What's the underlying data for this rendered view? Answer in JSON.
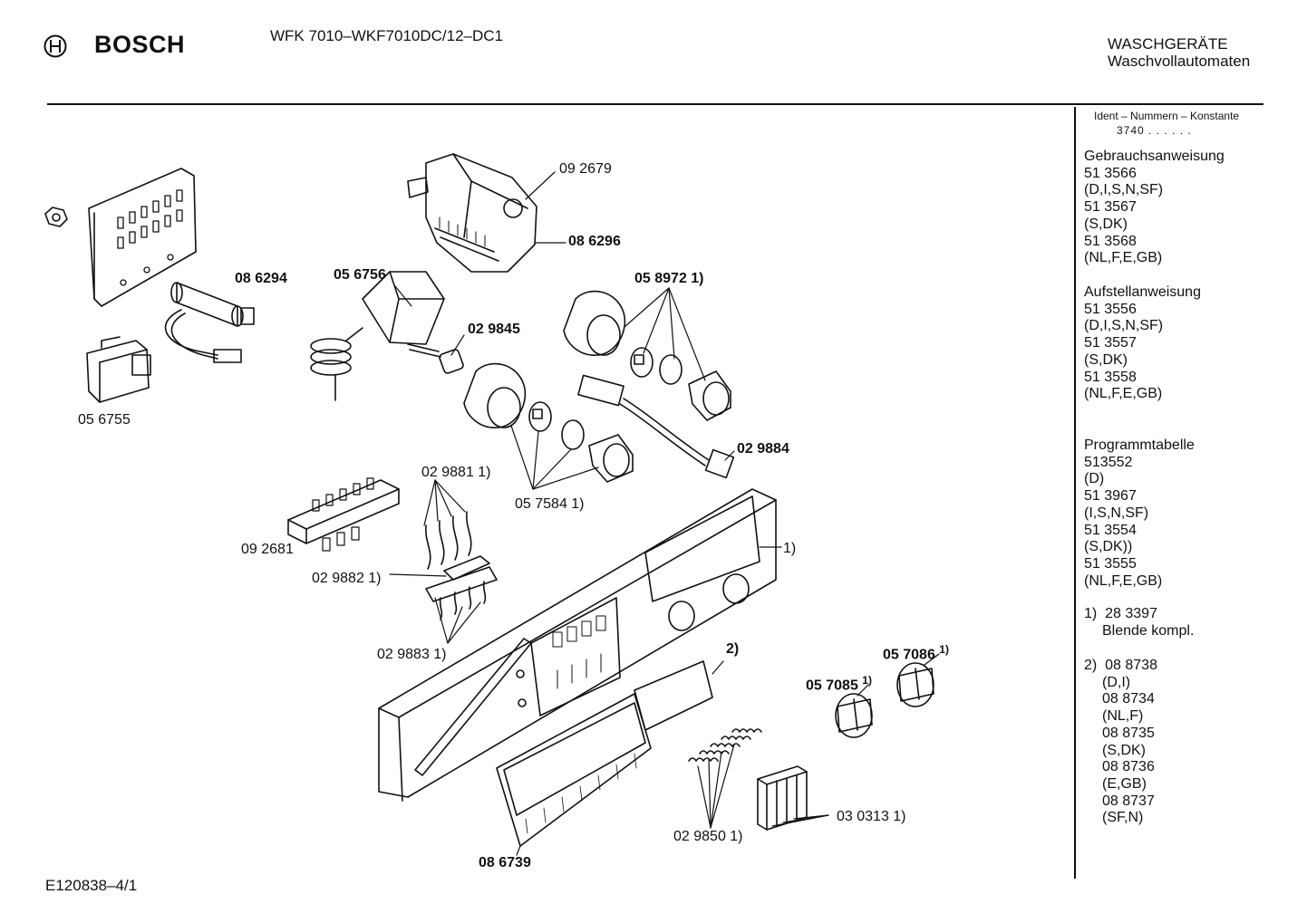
{
  "header": {
    "brand": "BOSCH",
    "model": "WFK 7010–WKF7010DC/12–DC1",
    "category_line1": "WASCHGERÄTE",
    "category_line2": "Waschvollautomaten"
  },
  "sidebar": {
    "ident_title": "Ident – Nummern – Konstante",
    "ident_value": "3740 . . . . . .",
    "groups": [
      {
        "title": "Gebrauchsanweisung",
        "lines": [
          "51 3566",
          "(D,I,S,N,SF)",
          "51 3567",
          "(S,DK)",
          "51 3568",
          "(NL,F,E,GB)"
        ]
      },
      {
        "title": "Aufstellanweisung",
        "lines": [
          "51 3556",
          "(D,I,S,N,SF)",
          "51 3557",
          "(S,DK)",
          "51 3558",
          "(NL,F,E,GB)"
        ]
      },
      {
        "title": "Programmtabelle",
        "lines": [
          "513552",
          "(D)",
          "51 3967",
          "(I,S,N,SF)",
          "51 3554",
          "(S,DK))",
          "51 3555",
          "(NL,F,E,GB)"
        ]
      }
    ],
    "note1": {
      "marker": "1)",
      "number": "28 3397",
      "text": "Blende kompl."
    },
    "note2": {
      "marker": "2)",
      "number": "08 8738",
      "lines": [
        "(D,I)",
        "08 8734",
        "(NL,F)",
        "08 8735",
        "(S,DK)",
        "08 8736",
        "(E,GB)",
        "08 8737",
        "(SF,N)"
      ]
    }
  },
  "parts": {
    "p092679": "09 2679",
    "p086296": "08 6296",
    "p086294": "08 6294",
    "p056756": "05 6756",
    "p058972": "05 8972 1)",
    "p029845": "02 9845",
    "p056755": "05 6755",
    "p029884": "02 9884",
    "p029881": "02 9881 1)",
    "p057584": "05 7584 1)",
    "p092681": "09 2681",
    "p029882": "02 9882 1)",
    "p1": "1)",
    "p029883": "02 9883 1)",
    "p2": "2)",
    "p057086": "05 7086",
    "p057086_sup": "1)",
    "p057085": "05 7085",
    "p057085_sup": "1)",
    "p030313": "03 0313 1)",
    "p029850": "02 9850 1)",
    "p086739": "08 6739"
  },
  "footer": {
    "code": "E120838–4/1"
  }
}
